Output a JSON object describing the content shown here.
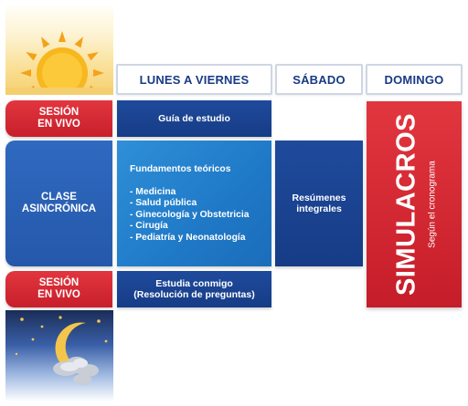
{
  "headers": {
    "weekdays": "LUNES A VIERNES",
    "saturday": "SÁBADO",
    "sunday": "DOMINGO"
  },
  "rows": {
    "morning": {
      "label_line1": "SESIÓN",
      "label_line2": "EN VIVO",
      "weekdays": "Guía de estudio"
    },
    "middle": {
      "label_line1": "CLASE",
      "label_line2": "ASINCRÓNICA",
      "weekdays_title": "Fundamentos teóricos",
      "topics": [
        "- Medicina",
        "- Salud pública",
        "- Ginecología y Obstetricia",
        "- Cirugía",
        "- Pediatría y Neonatología"
      ],
      "saturday_line1": "Resúmenes",
      "saturday_line2": "integrales"
    },
    "evening": {
      "label_line1": "SESIÓN",
      "label_line2": "EN VIVO",
      "weekdays_line1": "Estudia conmigo",
      "weekdays_line2": "(Resolución de preguntas)"
    }
  },
  "sunday_block": {
    "title": "SIMULACROS",
    "subtitle": "Según el cronograma"
  },
  "icons": {
    "day": "sun-icon",
    "night": "moon-stars-icon"
  },
  "colors": {
    "red": "#d42a34",
    "blue_dark": "#1a438f",
    "blue_mid": "#2a61b5",
    "blue_bright": "#2585cf",
    "header_text": "#183a85"
  }
}
